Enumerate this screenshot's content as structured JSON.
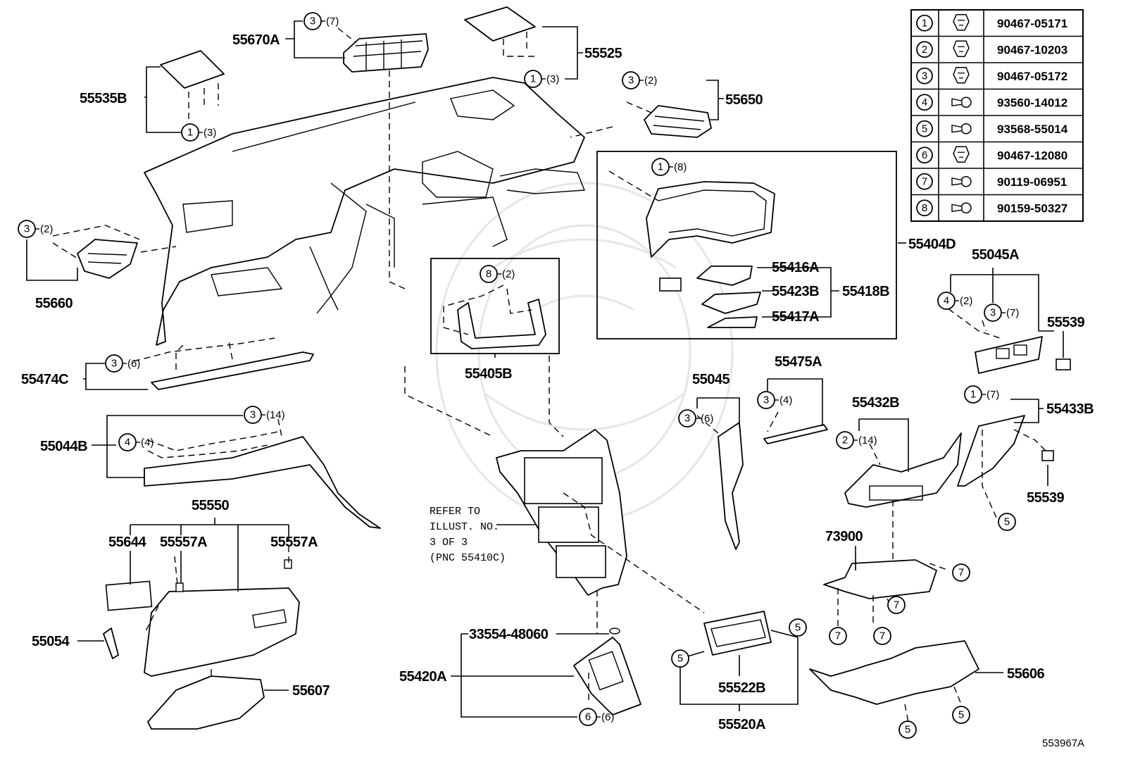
{
  "fastener_table": [
    {
      "num": "1",
      "code": "90467-05171"
    },
    {
      "num": "2",
      "code": "90467-10203"
    },
    {
      "num": "3",
      "code": "90467-05172"
    },
    {
      "num": "4",
      "code": "93560-14012"
    },
    {
      "num": "5",
      "code": "93568-55014"
    },
    {
      "num": "6",
      "code": "90467-12080"
    },
    {
      "num": "7",
      "code": "90119-06951"
    },
    {
      "num": "8",
      "code": "90159-50327"
    }
  ],
  "part_labels": {
    "p55670A": "55670A",
    "p55525": "55525",
    "p55535B": "55535B",
    "p55650": "55650",
    "p55660": "55660",
    "p55404D": "55404D",
    "p55416A": "55416A",
    "p55423B": "55423B",
    "p55418B": "55418B",
    "p55417A": "55417A",
    "p55045A": "55045A",
    "p55539a": "55539",
    "p55474C": "55474C",
    "p55405B": "55405B",
    "p55045": "55045",
    "p55475A": "55475A",
    "p55432B": "55432B",
    "p55433B": "55433B",
    "p55044B": "55044B",
    "p55539b": "55539",
    "p55550": "55550",
    "p55644": "55644",
    "p55557Aa": "55557A",
    "p55557Ab": "55557A",
    "p73900": "73900",
    "p55054": "55054",
    "p33554": "33554-48060",
    "p55420A": "55420A",
    "p55607": "55607",
    "p55522B": "55522B",
    "p55520A": "55520A",
    "p55606": "55606"
  },
  "clip_callouts": [
    {
      "id": "c1",
      "num": "3",
      "qty": "(7)"
    },
    {
      "id": "c2",
      "num": "1",
      "qty": "(3)"
    },
    {
      "id": "c3",
      "num": "1",
      "qty": "(3)"
    },
    {
      "id": "c4",
      "num": "3",
      "qty": "(2)"
    },
    {
      "id": "c5",
      "num": "3",
      "qty": "(2)"
    },
    {
      "id": "c6",
      "num": "1",
      "qty": "(8)"
    },
    {
      "id": "c7",
      "num": "8",
      "qty": "(2)"
    },
    {
      "id": "c8",
      "num": "4",
      "qty": "(2)"
    },
    {
      "id": "c9",
      "num": "3",
      "qty": "(7)"
    },
    {
      "id": "c10",
      "num": "3",
      "qty": "(6)"
    },
    {
      "id": "c11",
      "num": "3",
      "qty": "(6)"
    },
    {
      "id": "c12",
      "num": "3",
      "qty": "(4)"
    },
    {
      "id": "c13",
      "num": "3",
      "qty": "(14)"
    },
    {
      "id": "c14",
      "num": "4",
      "qty": "(4)"
    },
    {
      "id": "c15",
      "num": "2",
      "qty": "(14)"
    },
    {
      "id": "c16",
      "num": "1",
      "qty": "(7)"
    },
    {
      "id": "c17",
      "num": "6",
      "qty": "(6)"
    }
  ],
  "plain_circles": {
    "s1": "5",
    "s2": "7",
    "s3": "7",
    "s4": "7",
    "s5": "7",
    "s6": "5",
    "s7": "5",
    "s8": "5",
    "s9": "5"
  },
  "reference_note": [
    "REFER TO",
    "ILLUST. NO.",
    "3 OF 3",
    "(PNC 55410C)"
  ],
  "catalog_code": "553967A"
}
